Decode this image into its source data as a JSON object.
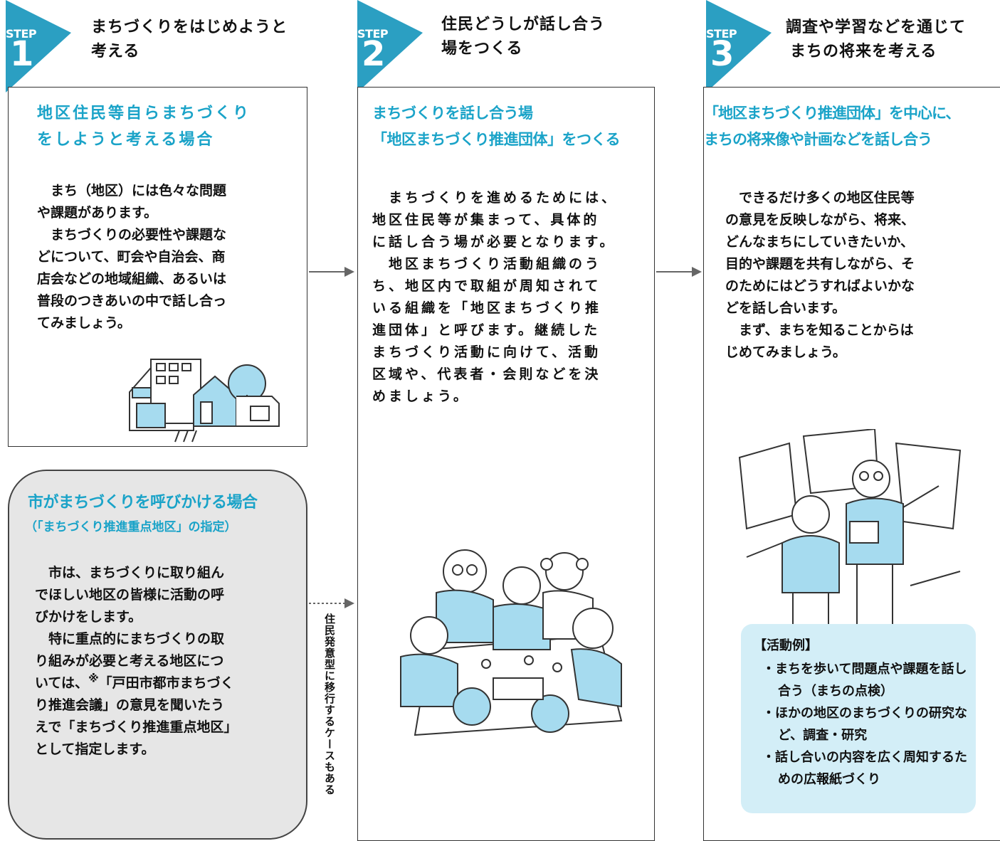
{
  "badge_label": "STEP",
  "steps": [
    {
      "number": "1",
      "title_line1": "まちづくりをはじめようと",
      "title_line2": "考える",
      "heading_line1": "地区住民等自らまちづくり",
      "heading_line2": "をしようと考える場合",
      "body": "　まち（地区）には色々な問題\nや課題があります。\n　まちづくりの必要性や課題な\nどについて、町会や自治会、商\n店会などの地域組織、あるいは\n普段のつきあいの中で話し合っ\nてみましょう。"
    },
    {
      "number": "2",
      "title_line1": "住民どうしが話し合う",
      "title_line2": "場をつくる",
      "heading_line1": "まちづくりを話し合う場",
      "heading_line2": "「地区まちづくり推進団体」をつくる",
      "body": "　まちづくりを進めるためには、\n地区住民等が集まって、具体的\nに話し合う場が必要となります。\n　地区まちづくり活動組織のう\nち、地区内で取組が周知されて\nいる組織を「地区まちづくり推\n進団体」と呼びます。継続した\nまちづくり活動に向けて、活動\n区域や、代表者・会則などを決\nめましょう。"
    },
    {
      "number": "3",
      "title_line1": "調査や学習などを通じて",
      "title_line2": "まちの将来を考える",
      "heading_line1": "「地区まちづくり推進団体」を中心に、",
      "heading_line2": "まちの将来像や計画などを話し合う",
      "body": "　できるだけ多くの地区住民等\nの意見を反映しながら、将来、\nどんなまちにしていきたいか、\n目的や課題を共有しながら、そ\nのためにはどうすればよいかな\nどを話し合います。\n　まず、まちを知ることからは\nじめてみましょう。"
    }
  ],
  "city_case": {
    "heading": "市がまちづくりを呼びかける場合",
    "subheading": "（「まちづくり推進重点地区」の指定）",
    "body_part1": "　市は、まちづくりに取り組ん\nでほしい地区の皆様に活動の呼\nびかけをします。\n　特に重点的にまちづくりの取\nり組みが必要と考える地区につ\nいては、",
    "note_mark": "※",
    "body_part2": "「戸田市都市まちづく\nり推進会議」の意見を聞いたう\nえで「まちづくり推進重点地区」\nとして指定します。"
  },
  "transition_note": "住民発意型に移行するケースもある",
  "activity_examples": {
    "title": "【活動例】",
    "items": [
      "まちを歩いて問題点や課題を話し合う（まちの点検）",
      "ほかの地区のまちづくりの研究など、調査・研究",
      "話し合いの内容を広く周知するための広報紙づくり"
    ]
  },
  "colors": {
    "accent": "#1aa3c8",
    "badge": "#2b9fc2",
    "city_box_fill": "#e6e6e6",
    "example_fill": "#d3eef7",
    "arrow": "#666666"
  }
}
